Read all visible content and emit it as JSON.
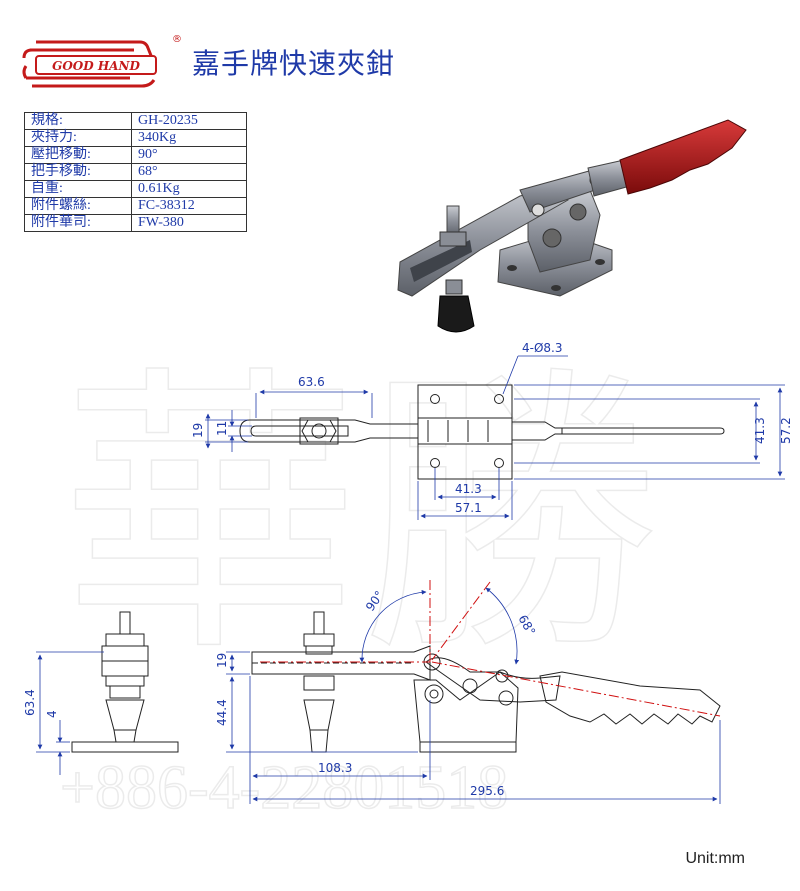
{
  "header": {
    "brand_logo_text": "GOOD HAND",
    "title": "嘉手牌快速夾鉗"
  },
  "spec_table": [
    {
      "label": "規格:",
      "value": "GH-20235"
    },
    {
      "label": "夾持力:",
      "value": "340Kg"
    },
    {
      "label": "壓把移動:",
      "value": "90°"
    },
    {
      "label": "把手移動:",
      "value": "68°"
    },
    {
      "label": "自重:",
      "value": "0.61Kg"
    },
    {
      "label": "附件螺絲:",
      "value": "FC-38312"
    },
    {
      "label": "附件華司:",
      "value": "FW-380"
    }
  ],
  "watermark": {
    "characters": "華勝",
    "phone": "+886-4-22801518"
  },
  "dimensions": {
    "top_view": {
      "hole_callout": "4-Ø8.3",
      "d_63_6": "63.6",
      "d_19": "19",
      "d_11": "11",
      "d_41_3_v": "41.3",
      "d_57_2": "57.2",
      "d_41_3_h": "41.3",
      "d_57_1": "57.1"
    },
    "side_view": {
      "d_63_4": "63.4",
      "d_4": "4"
    },
    "front_view": {
      "d_19": "19",
      "d_44_4": "44.4",
      "d_108_3": "108.3",
      "d_295_6": "295.6",
      "angle_90": "90°",
      "angle_68": "68°"
    }
  },
  "colors": {
    "dimension": "#1f3aa8",
    "handle": "#b01515",
    "line": "#222222",
    "center": "#d01010"
  },
  "unit_label": "Unit:mm"
}
